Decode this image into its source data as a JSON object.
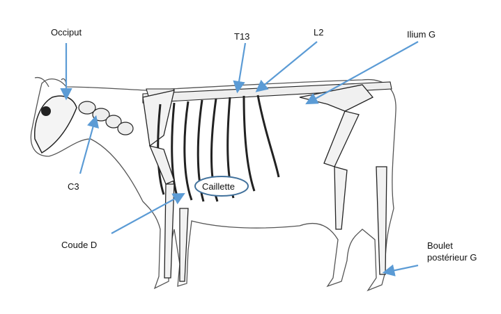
{
  "title": "Cow skeleton anatomical landmarks",
  "labels": {
    "occiput": "Occiput",
    "t13": "T13",
    "l2": "L2",
    "ilium": "Ilium G",
    "c3": "C3",
    "caillette": "Caillette",
    "coude": "Coude D",
    "boulet_line1": "Boulet",
    "boulet_line2": "postérieur G"
  },
  "colors": {
    "arrow": "#5b9bd5",
    "ellipse": "#41719c",
    "outline": "#333333"
  }
}
